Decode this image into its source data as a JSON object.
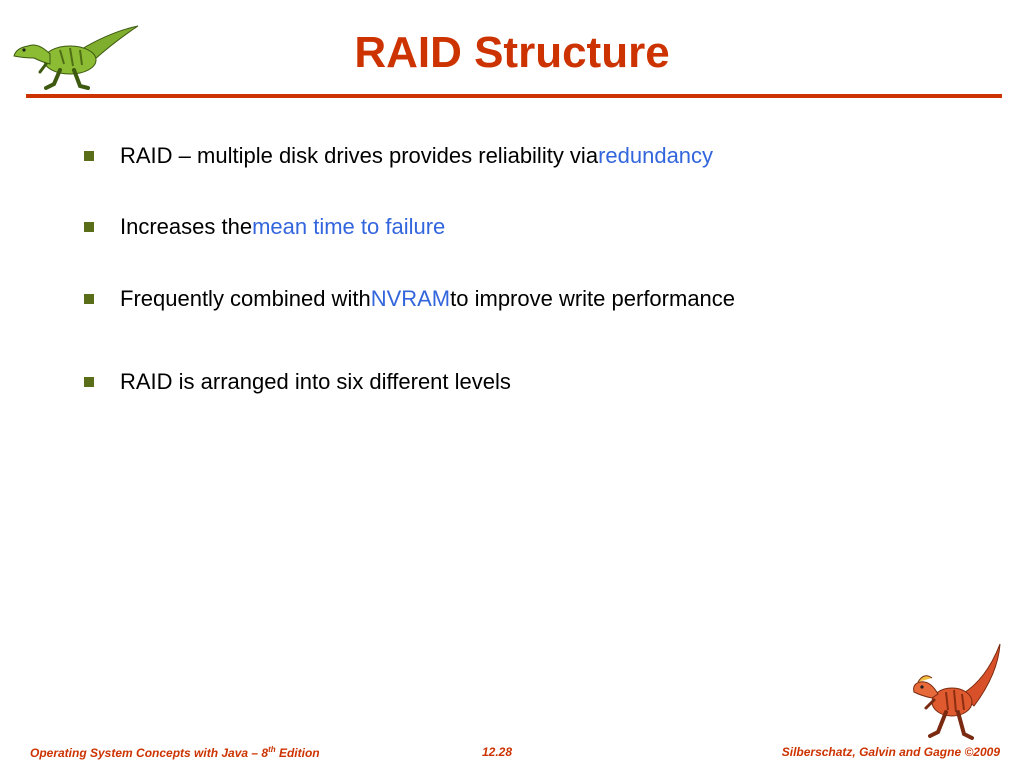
{
  "slide": {
    "title": "RAID Structure",
    "bullets": [
      {
        "before": "RAID – multiple disk drives provides reliability via ",
        "highlight": "redundancy",
        "after": ""
      },
      {
        "before": "Increases the ",
        "highlight": "mean time to failure",
        "after": ""
      },
      {
        "before": "Frequently combined with ",
        "highlight": "NVRAM",
        "after": " to improve write performance"
      },
      {
        "before": "RAID is arranged into six different levels",
        "highlight": "",
        "after": ""
      }
    ],
    "footer": {
      "book_prefix": "Operating System Concepts  with Java – 8",
      "book_sup": "th",
      "book_suffix": " Edition",
      "page": "12.28",
      "authors": "Silberschatz, Galvin and Gagne ©2009"
    }
  },
  "colors": {
    "title": "#cc3300",
    "highlight": "#3366dd",
    "bullet_marker": "#5a6e1a"
  },
  "icons": {
    "top_left": "green-dinosaur-icon",
    "bottom_right": "red-dinosaur-icon"
  }
}
